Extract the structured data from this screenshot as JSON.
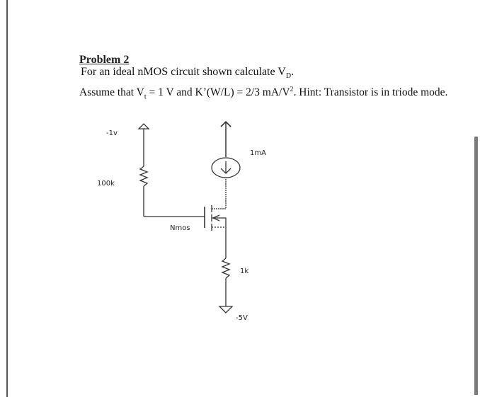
{
  "problem": {
    "title": "Problem 2",
    "line1_prefix": "For an ideal nMOS circuit shown calculate V",
    "line1_sub": "D",
    "line1_suffix": ".",
    "line2": {
      "assume": "Assume that V",
      "vt_sub": "t",
      "vt_value": " = 1 V and K’(W/L) = 2/3 mA/V",
      "sup": "2",
      "hint": ".  Hint: Transistor is in triode mode."
    }
  },
  "circuit": {
    "gate_supply_label": "-1v",
    "gate_resistor_label": "100k",
    "current_source_label": "1mA",
    "transistor_label": "Nmos",
    "source_resistor_label": "1k",
    "source_supply_label": "-5V"
  }
}
